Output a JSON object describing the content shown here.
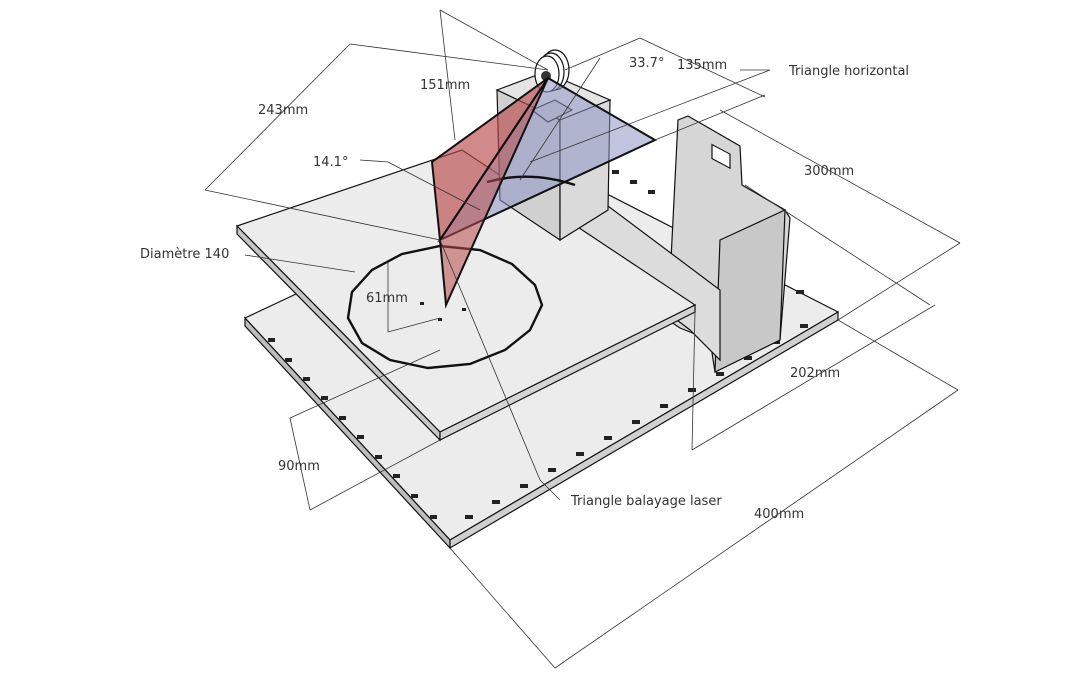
{
  "diagram": {
    "labels": {
      "dim_243": "243mm",
      "dim_151": "151mm",
      "angle_33": "33.7°",
      "dim_135": "135mm",
      "triangle_horizontal": "Triangle horizontal",
      "dim_300": "300mm",
      "angle_14": "14.1°",
      "diametre": "Diamètre 140",
      "dim_61": "61mm",
      "dim_202": "202mm",
      "dim_90": "90mm",
      "triangle_balayage": "Triangle balayage laser",
      "dim_400": "400mm"
    },
    "colors": {
      "laser_red": "#b84a4a",
      "horizontal_blue": "#8e96c4",
      "plate": "#ececec",
      "panel": "#d6d6d6"
    }
  }
}
